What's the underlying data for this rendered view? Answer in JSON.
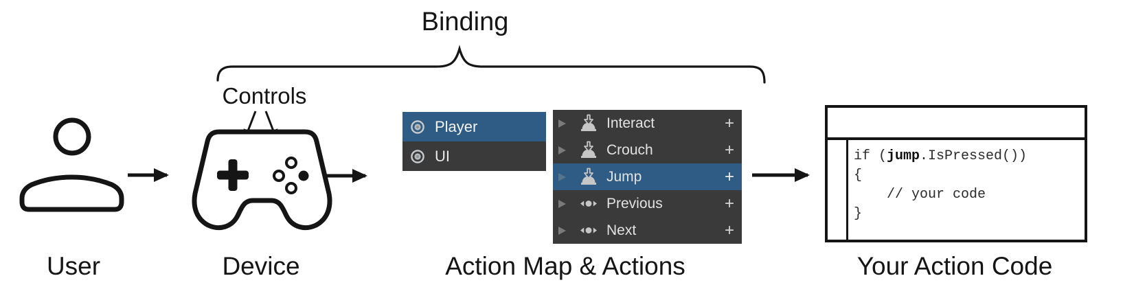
{
  "labels": {
    "binding": "Binding",
    "controls": "Controls",
    "user": "User",
    "device": "Device",
    "action_map": "Action Map & Actions",
    "action_code": "Your Action Code"
  },
  "action_map_panel": {
    "items": [
      {
        "label": "Player",
        "selected": true,
        "icon": "action-map-icon"
      },
      {
        "label": "UI",
        "selected": false,
        "icon": "action-map-icon"
      }
    ]
  },
  "actions_panel": {
    "add_button_label": "+",
    "rows": [
      {
        "label": "Interact",
        "icon": "button-press-icon",
        "selected": false
      },
      {
        "label": "Crouch",
        "icon": "button-press-icon",
        "selected": false
      },
      {
        "label": "Jump",
        "icon": "button-press-icon",
        "selected": true
      },
      {
        "label": "Previous",
        "icon": "axis-icon",
        "selected": false
      },
      {
        "label": "Next",
        "icon": "axis-icon",
        "selected": false
      }
    ]
  },
  "code_panel": {
    "line1_pre": "if (",
    "line1_bold": "jump",
    "line1_post": ".IsPressed())",
    "line2": "{",
    "line3": "    // your code",
    "line4": "}"
  },
  "colors": {
    "selection_blue": "#2E5C84",
    "panel_dark": "#3A3A3A",
    "icon_gray": "#C6C6C6",
    "ink": "#151515"
  }
}
